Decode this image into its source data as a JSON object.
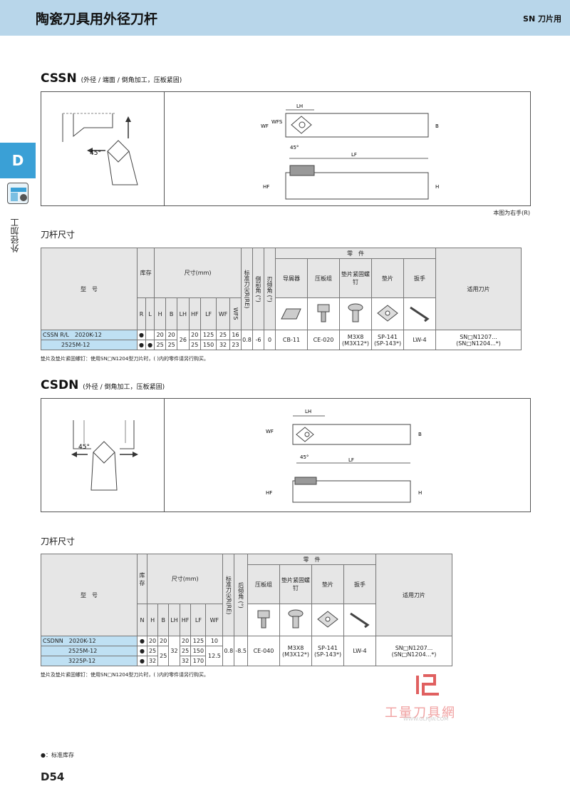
{
  "header": {
    "title": "陶瓷刀具用外径刀杆",
    "subtitle": "SN 刀片用"
  },
  "side": {
    "letter": "D",
    "label": "外径加工"
  },
  "cssn": {
    "code": "CSSN",
    "desc": "(外径 / 端面 / 倒角加工，压板紧固)",
    "note": "本图为右手(R)",
    "diagram_labels": {
      "angle": "45°",
      "lh": "LH",
      "wf": "WF",
      "wfs": "WFS",
      "b": "B",
      "lf": "LF",
      "hf": "HF",
      "h": "H",
      "angle2": "45°"
    },
    "table_title": "刀杆尺寸",
    "headers": {
      "model": "型　号",
      "stock": "库存",
      "dims": "尺寸(mm)",
      "re": "标准刀尖R(RE)",
      "side_angle": "侧前角 (°)",
      "rake": "刃倾角 (°)",
      "parts": "零　件",
      "chipbreaker": "导屑器",
      "clamp": "压板组",
      "screw": "垫片紧固螺钉",
      "shim": "垫片",
      "wrench": "扳手",
      "insert": "适用刀片",
      "cols": [
        "R",
        "L",
        "H",
        "B",
        "LH",
        "HF",
        "LF",
        "WF",
        "WFS"
      ]
    },
    "rows": [
      {
        "model": "CSSN R/L　2020K-12",
        "r": "●",
        "l": "",
        "h": "20",
        "b": "20",
        "hf": "20",
        "lf": "125",
        "wf": "25",
        "wfs": "16"
      },
      {
        "model": "2525M-12",
        "r": "●",
        "l": "●",
        "h": "25",
        "b": "25",
        "hf": "25",
        "lf": "150",
        "wf": "32",
        "wfs": "23"
      }
    ],
    "common": {
      "lh": "26",
      "re": "0.8",
      "side_angle": "-6",
      "rake": "0",
      "chipbreaker": "CB-11",
      "clamp": "CE-020",
      "screw": "M3X8",
      "screw2": "(M3X12*)",
      "shim": "SP-141",
      "shim2": "(SP-143*)",
      "wrench": "LW-4",
      "insert": "SN□N1207...",
      "insert2": "(SN□N1204...*)"
    },
    "footnote": "垫片及垫片紧固螺钉：使用SN□N1204型刀片时，( )内的零件请另行购买。"
  },
  "csdn": {
    "code": "CSDN",
    "desc": "(外径 / 倒角加工，压板紧固)",
    "diagram_labels": {
      "angle": "45°",
      "lh": "LH",
      "wf": "WF",
      "b": "B",
      "lf": "LF",
      "hf": "HF",
      "h": "H",
      "angle2": "45°"
    },
    "table_title": "刀杆尺寸",
    "headers": {
      "model": "型　号",
      "stock": "库存",
      "dims": "尺寸(mm)",
      "re": "标准刀尖R(RE)",
      "rake": "后倾角 (°)",
      "parts": "零　件",
      "clamp": "压板组",
      "screw": "垫片紧固螺钉",
      "shim": "垫片",
      "wrench": "扳手",
      "insert": "适用刀片",
      "cols": [
        "N",
        "H",
        "B",
        "LH",
        "HF",
        "LF",
        "WF"
      ]
    },
    "rows": [
      {
        "model": "CSDNN　2020K-12",
        "n": "●",
        "h": "20",
        "b": "20",
        "hf": "20",
        "lf": "125",
        "wf": "10"
      },
      {
        "model": "2525M-12",
        "n": "●",
        "h": "25",
        "b": "25",
        "hf": "25",
        "lf": "150",
        "wf": ""
      },
      {
        "model": "3225P-12",
        "n": "●",
        "h": "32",
        "b": "",
        "hf": "32",
        "lf": "170",
        "wf": ""
      }
    ],
    "common": {
      "lh": "32",
      "b_merge": "25",
      "wf_merge": "12.5",
      "re": "0.8",
      "rake": "-8.5",
      "clamp": "CE-040",
      "screw": "M3X8",
      "screw2": "(M3X12*)",
      "shim": "SP-141",
      "shim2": "(SP-143*)",
      "wrench": "LW-4",
      "insert": "SN□N1207...",
      "insert2": "(SN□N1204...*)"
    },
    "footnote": "垫片及垫片紧固螺钉：使用SN□N1204型刀片时，( )内的零件请另行购买。"
  },
  "legend": "●：标准库存",
  "page_number": "D54",
  "watermark": {
    "text": "工量刀具網",
    "url": "WWW.GLRJW.COM"
  }
}
